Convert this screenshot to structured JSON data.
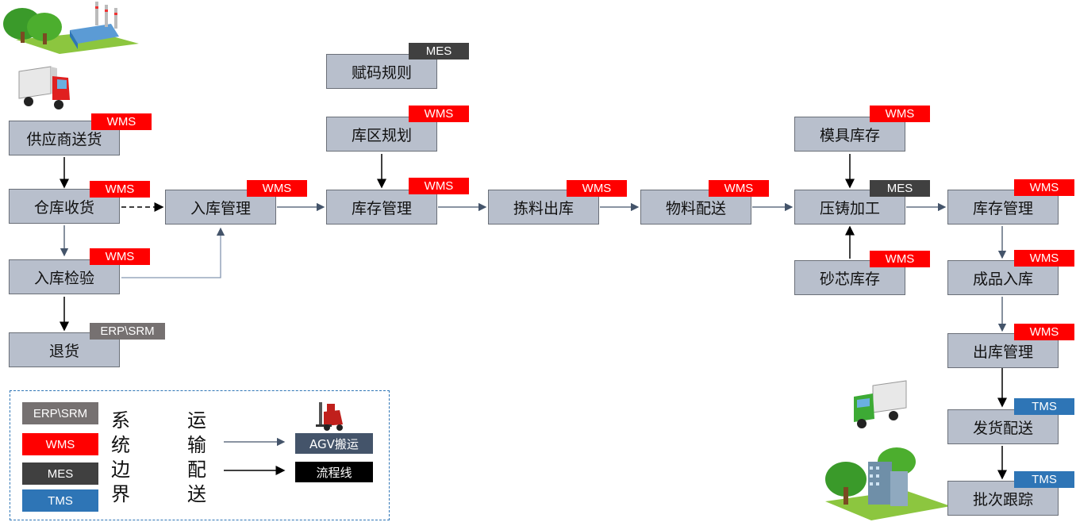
{
  "nodes": {
    "supplier_delivery": "供应商送货",
    "warehouse_receiving": "仓库收货",
    "inbound_inspection": "入库检验",
    "return_goods": "退货",
    "inbound_management": "入库管理",
    "coding_rules": "赋码规则",
    "zone_planning": "库区规划",
    "inventory_management_1": "库存管理",
    "picking_outbound": "拣料出库",
    "material_delivery": "物料配送",
    "mold_inventory": "模具库存",
    "die_casting": "压铸加工",
    "sand_core_inventory": "砂芯库存",
    "inventory_management_2": "库存管理",
    "finished_goods_inbound": "成品入库",
    "outbound_management": "出库管理",
    "shipping_delivery": "发货配送",
    "batch_tracking": "批次跟踪"
  },
  "tags": {
    "wms": "WMS",
    "mes": "MES",
    "tms": "TMS",
    "erp_srm": "ERP\\SRM"
  },
  "legend": {
    "system_boundary": [
      "系",
      "统",
      "边",
      "界"
    ],
    "transport_delivery": [
      "运",
      "输",
      "配",
      "送"
    ],
    "agv_label": "AGV搬运",
    "flowline_label": "流程线",
    "erp_srm": "ERP\\SRM",
    "wms": "WMS",
    "mes": "MES",
    "tms": "TMS"
  },
  "colors": {
    "node_fill": "#b8bfcc",
    "wms": "#ff0000",
    "mes": "#404040",
    "tms": "#2e75b6",
    "erp_srm": "#767171",
    "agv_arrow": "#44546a",
    "flow_arrow": "#000000"
  },
  "icons": [
    "factory-icon",
    "truck-red-icon",
    "forklift-icon",
    "truck-green-icon",
    "city-icon"
  ]
}
